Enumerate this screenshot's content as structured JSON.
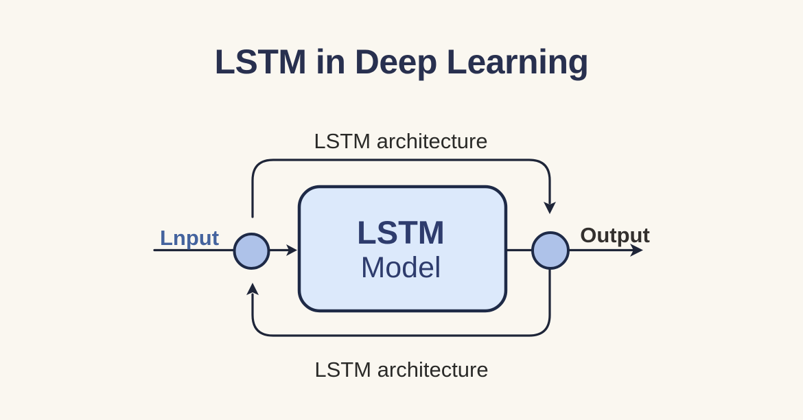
{
  "page": {
    "title": "LSTM in Deep Learning",
    "background_color": "#FAF7F0",
    "title_color": "#28304F"
  },
  "diagram": {
    "box": {
      "line1": "LSTM",
      "line2": "Model",
      "fill_color": "#DCE9FB",
      "border_color": "#1E2A47",
      "text_color": "#2E3C6D"
    },
    "nodes": {
      "fill_color": "#AEC2E9",
      "border_color": "#1E2A47"
    },
    "labels": {
      "input": "Lnput",
      "output": "Output",
      "top_loop": "LSTM architecture",
      "bottom_loop": "LSTM architecture",
      "input_color": "#44639E",
      "output_color": "#33302E",
      "loop_label_color": "#2A2A28"
    },
    "wires": {
      "color": "#1E2538",
      "top_loop_direction": "left-to-right, ends with down arrow into output node",
      "bottom_loop_direction": "right-to-left, ends with up arrow into input node"
    }
  }
}
